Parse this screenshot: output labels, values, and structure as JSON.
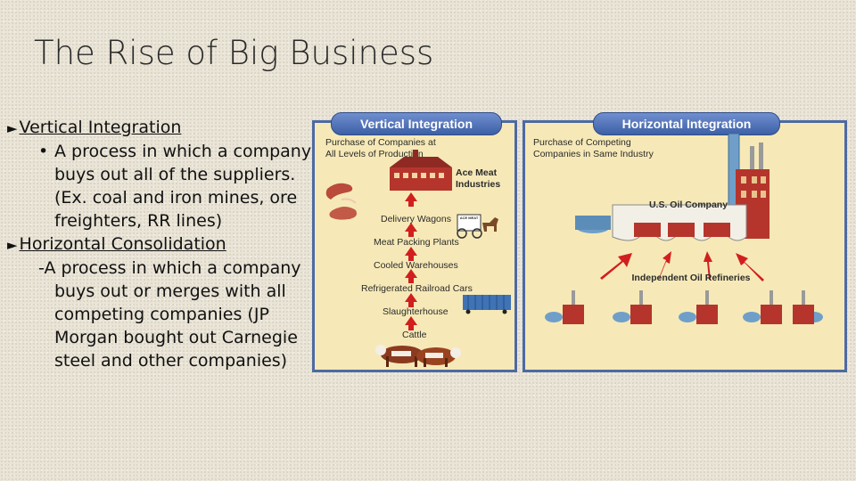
{
  "slide": {
    "title": "The Rise of Big Business",
    "bullets": {
      "vertical_heading": "Vertical Integration",
      "vertical_text": "A process in which a company buys out all of the suppliers.  (Ex. coal and iron mines, ore freighters, RR lines)",
      "horizontal_heading": "Horizontal Consolidation",
      "horizontal_text": "-A process in which a company buys out or merges with all competing companies (JP Morgan bought out Carnegie steel and other companies)"
    }
  },
  "diagram": {
    "vertical": {
      "header": "Vertical Integration",
      "caption": "Purchase of Companies at All Levels of Production",
      "top_company": "Ace Meat Industries",
      "wagon_sign": "ACE MEAT",
      "levels": [
        "Delivery Wagons",
        "Meat Packing Plants",
        "Cooled Warehouses",
        "Refrigerated Railroad Cars",
        "Slaughterhouse",
        "Cattle"
      ]
    },
    "horizontal": {
      "header": "Horizontal Integration",
      "caption": "Purchase of Competing Companies in Same Industry",
      "company": "U.S. Oil Company",
      "refineries_label": "Independent Oil Refineries"
    }
  },
  "colors": {
    "panel_bg": "#f6e9b7",
    "panel_border": "#4d6aa3",
    "arrow": "#d11f1f",
    "building": "#b5352c"
  }
}
